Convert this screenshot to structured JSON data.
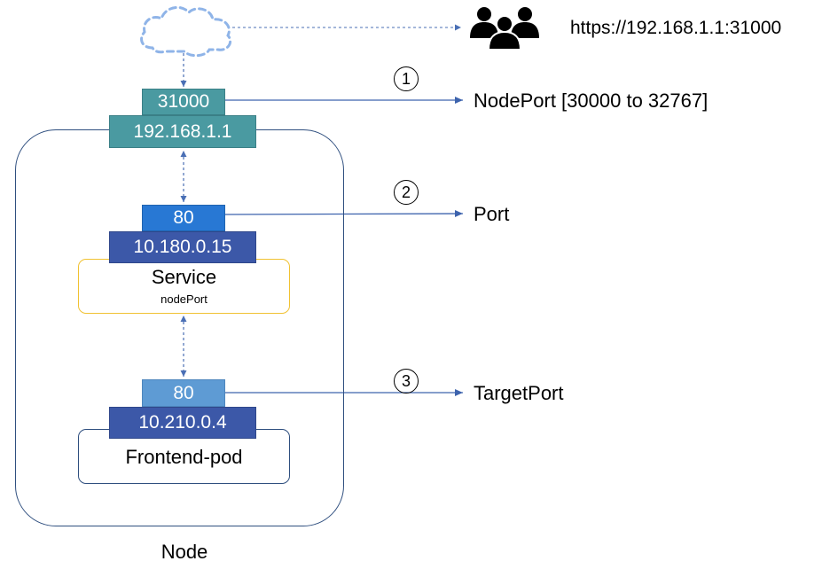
{
  "external": {
    "url": "https://192.168.1.1:31000"
  },
  "node": {
    "label": "Node",
    "node_port": "31000",
    "node_ip": "192.168.1.1"
  },
  "service": {
    "port": "80",
    "ip": "10.180.0.15",
    "title": "Service",
    "subtitle": "nodePort"
  },
  "pod": {
    "port": "80",
    "ip": "10.210.0.4",
    "title": "Frontend-pod"
  },
  "annotations": [
    {
      "number": "1",
      "label": "NodePort [30000 to 32767]"
    },
    {
      "number": "2",
      "label": "Port"
    },
    {
      "number": "3",
      "label": "TargetPort"
    }
  ],
  "colors": {
    "node_port": "#4a9aa1",
    "service_port": "#2878d4",
    "pod_port": "#5e9bd4",
    "ip_box": "#3c58a8",
    "service_border": "#f1c232",
    "node_border": "#2f4f7f",
    "arrow": "#4a6fb5"
  },
  "icons": {
    "cloud": "cloud-icon",
    "users": "users-icon"
  }
}
